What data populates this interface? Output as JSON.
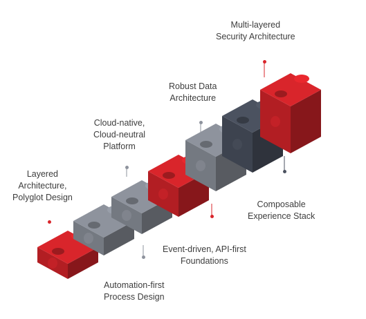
{
  "colors": {
    "red": "#d9252b",
    "dark_gray": "#4b5260",
    "light_gray": "#8e939d",
    "text": "#3d3d3d"
  },
  "labels": {
    "security": {
      "lines": [
        "Multi-layered",
        "Security Architecture"
      ],
      "dot_color": "red"
    },
    "robust_data": {
      "lines": [
        "Robust Data",
        "Architecture"
      ],
      "dot_color": "light_gray"
    },
    "cloud_native": {
      "lines": [
        "Cloud-native,",
        "Cloud-neutral",
        "Platform"
      ],
      "dot_color": "light_gray"
    },
    "layered": {
      "lines": [
        "Layered",
        "Architecture,",
        "Polyglot Design"
      ],
      "dot_color": "red"
    },
    "composable": {
      "lines": [
        "Composable",
        "Experience Stack"
      ],
      "dot_color": "dark_gray"
    },
    "event_driven": {
      "lines": [
        "Event-driven, API-first",
        "Foundations"
      ],
      "dot_color": "red"
    },
    "automation": {
      "lines": [
        "Automation-first",
        "Process Design"
      ],
      "dot_color": "light_gray"
    }
  },
  "pieces": [
    {
      "name": "puzzle-piece-1",
      "color": "red"
    },
    {
      "name": "puzzle-piece-2",
      "color": "light_gray"
    },
    {
      "name": "puzzle-piece-3",
      "color": "light_gray"
    },
    {
      "name": "puzzle-piece-4",
      "color": "red"
    },
    {
      "name": "puzzle-piece-5",
      "color": "light_gray"
    },
    {
      "name": "puzzle-piece-6",
      "color": "dark_gray"
    },
    {
      "name": "puzzle-piece-7",
      "color": "red"
    }
  ]
}
